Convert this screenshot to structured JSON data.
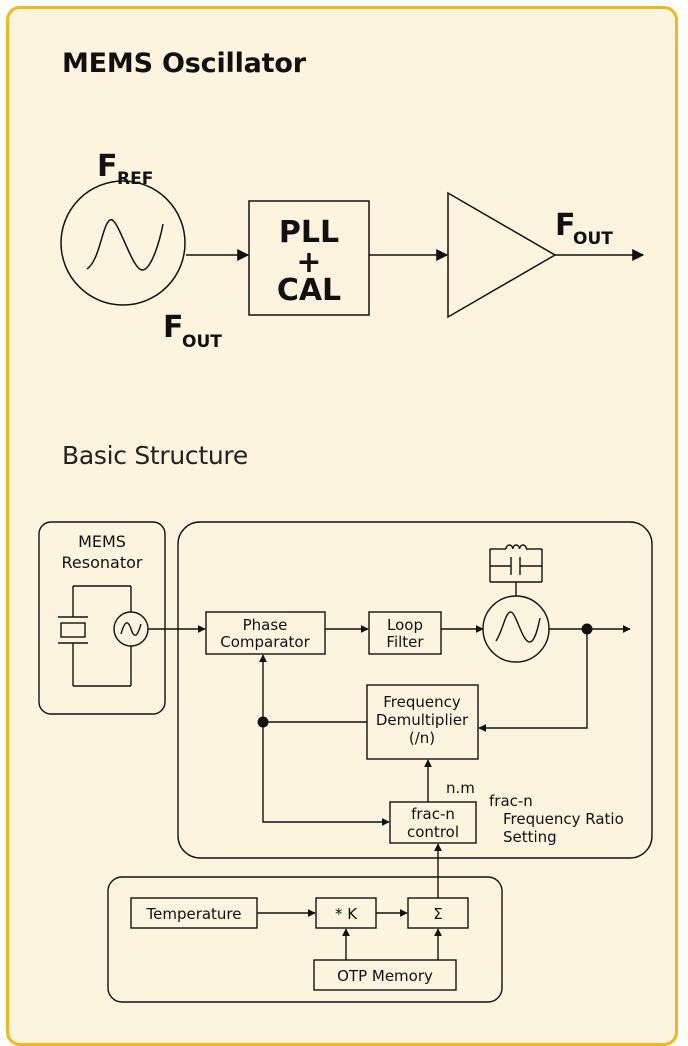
{
  "title": "MEMS Oscillator",
  "subtitle": "Basic Structure",
  "top_diagram": {
    "fref_main": "F",
    "fref_sub": "REF",
    "fout_bottom_main": "F",
    "fout_bottom_sub": "OUT",
    "pll_line1": "PLL",
    "pll_line2": "+",
    "pll_line3": "CAL",
    "fout_right_main": "F",
    "fout_right_sub": "OUT"
  },
  "structure": {
    "resonator_line1": "MEMS",
    "resonator_line2": "Resonator",
    "phase_line1": "Phase",
    "phase_line2": "Comparator",
    "loop_line1": "Loop",
    "loop_line2": "Filter",
    "demux_line1": "Frequency",
    "demux_line2": "Demultiplier",
    "demux_line3": "(/n)",
    "nm_label": "n.m",
    "fracn_line1": "frac-n",
    "fracn_line2": "control",
    "ratio_line1": "frac-n",
    "ratio_line2": "Frequency Ratio",
    "ratio_line3": "Setting",
    "temperature": "Temperature",
    "k_label": "* K",
    "sigma": "Σ",
    "otp": "OTP Memory"
  }
}
